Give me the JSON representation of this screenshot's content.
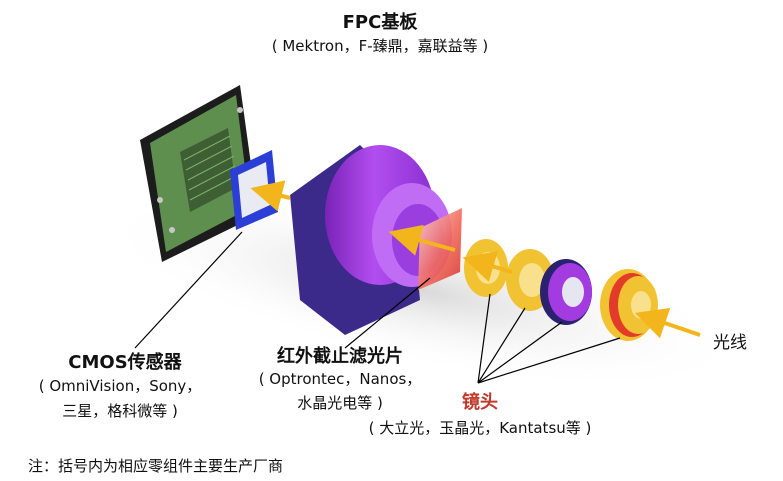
{
  "labels": {
    "fpc": {
      "title": "FPC基板",
      "makers": "( Mektron，F-臻鼎，嘉联益等 )"
    },
    "cmos": {
      "title": "CMOS传感器",
      "makers_line1": "( OmniVision，Sony，",
      "makers_line2": "三星，格科微等 )"
    },
    "ir_filter": {
      "title": "红外截止滤光片",
      "makers_line1": "( Optrontec，Nanos，",
      "makers_line2": "水晶光电等 )"
    },
    "lens": {
      "title": "镜头",
      "makers": "( 大立光，玉晶光，Kantatsu等 )"
    },
    "light": "光线",
    "note": "注：括号内为相应零组件主要生产厂商"
  },
  "colors": {
    "arrow": "#f2b51c",
    "lens_title": "#c0392b",
    "holder_purple": "#a23be0",
    "holder_frame": "#3b2a8a",
    "ring_gold": "#f1c232",
    "ring_red": "#e23b2a",
    "ring_navy": "#2a2270",
    "filter_red": "#e8403a",
    "sensor_blue": "#2b3fd6",
    "pcb_green": "#5f8f4e"
  }
}
